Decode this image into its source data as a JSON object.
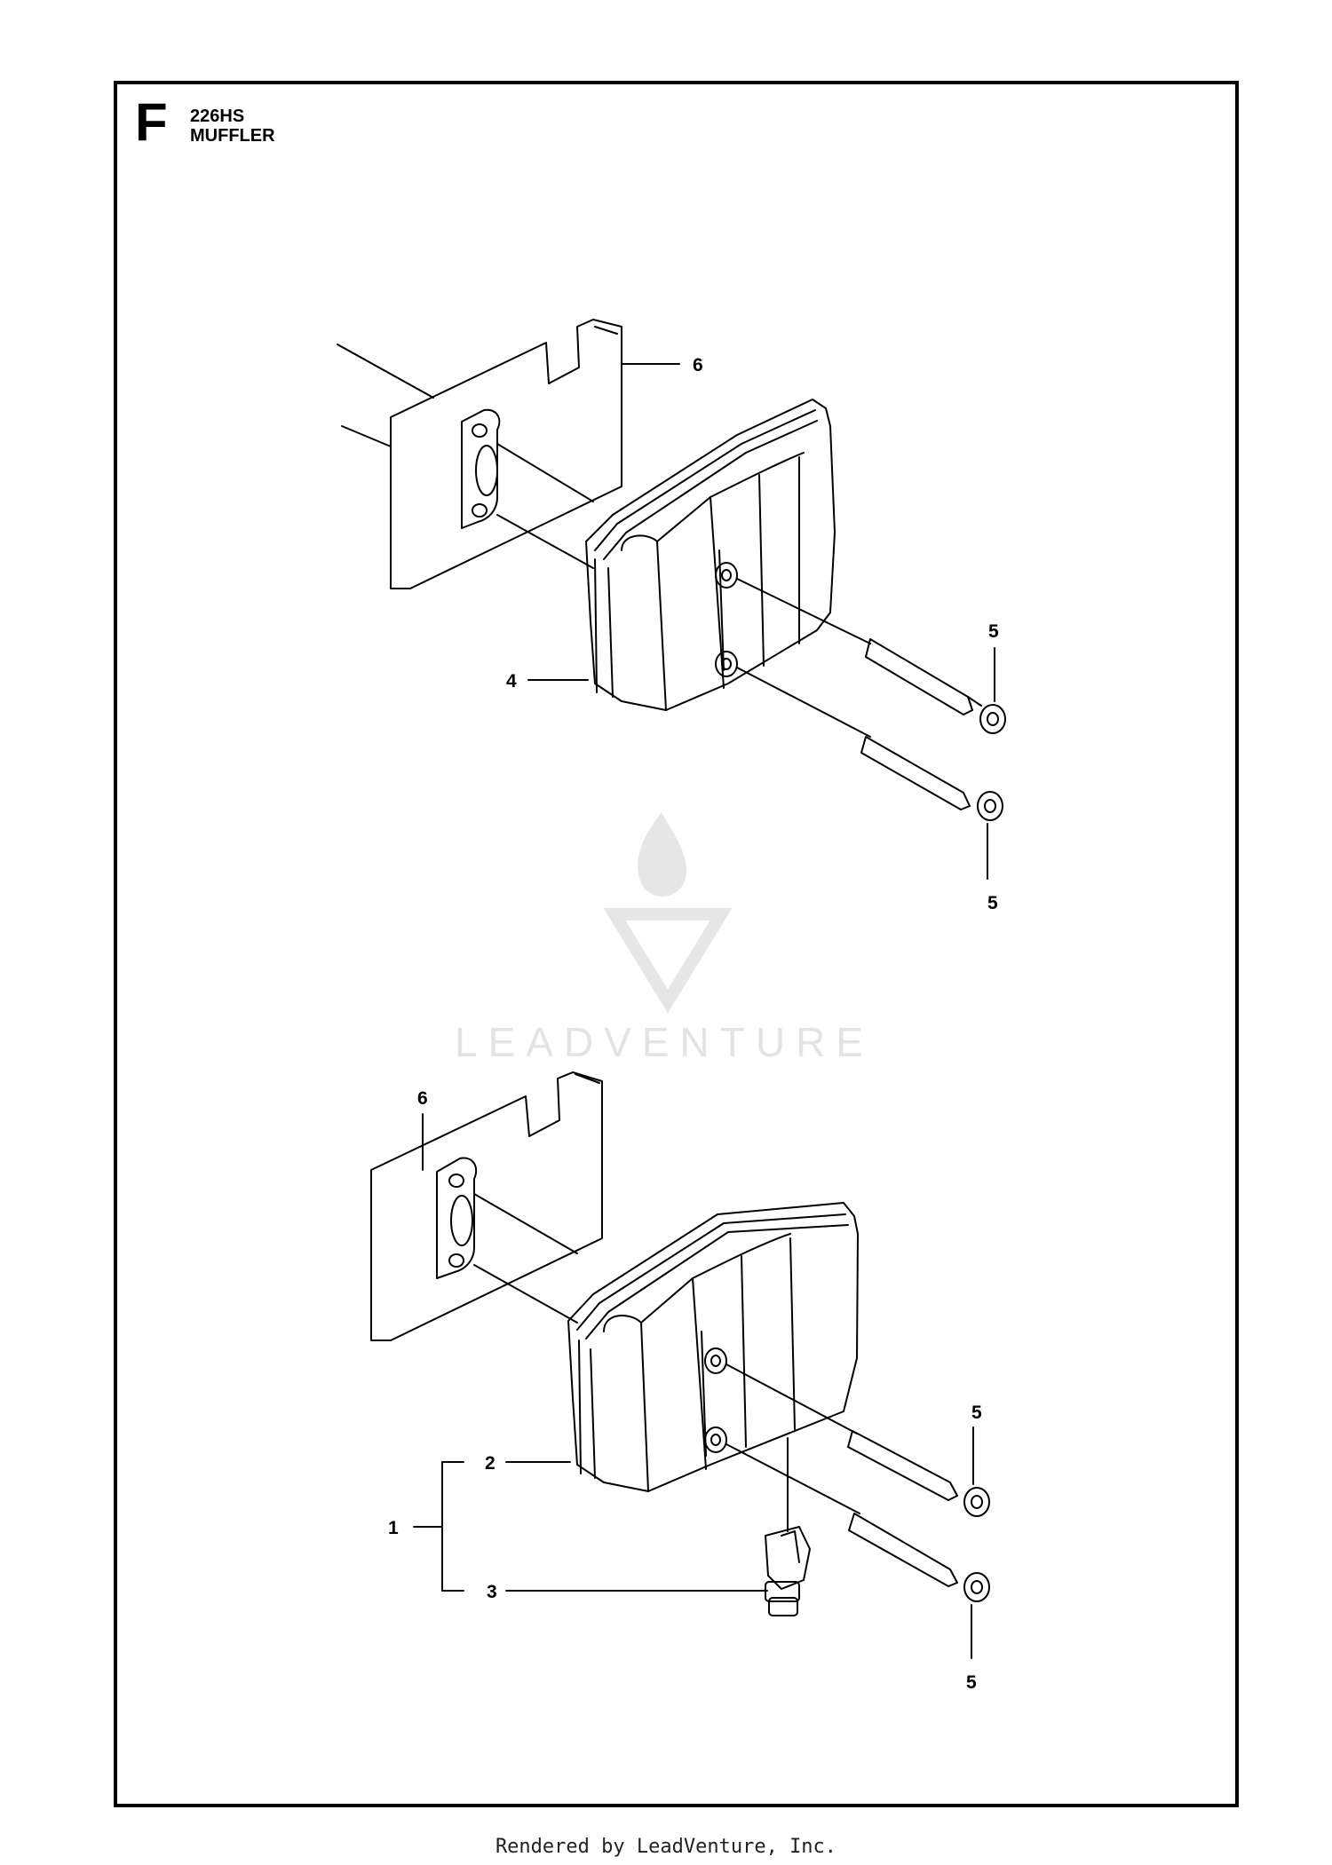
{
  "header": {
    "section_letter": "F",
    "model": "226HS",
    "title": "MUFFLER"
  },
  "callouts": {
    "top": {
      "six": "6",
      "five_a": "5",
      "four": "4",
      "five_b": "5"
    },
    "bottom": {
      "six": "6",
      "five_a": "5",
      "two": "2",
      "one": "1",
      "three": "3",
      "five_b": "5"
    }
  },
  "watermark": {
    "text": "LEADVENTURE"
  },
  "footer": {
    "text": "Rendered by LeadVenture, Inc."
  }
}
